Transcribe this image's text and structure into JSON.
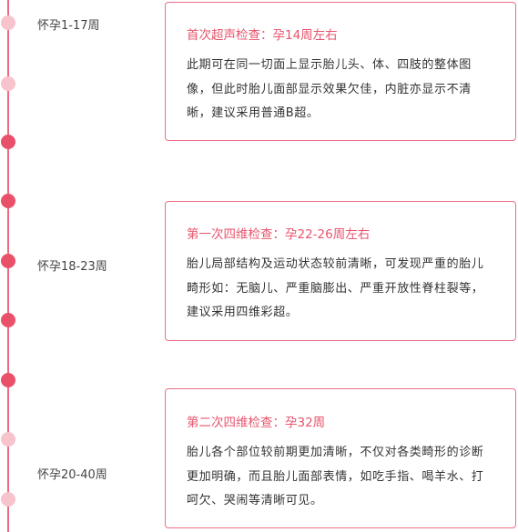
{
  "timeline": {
    "labels": [
      "怀孕1-17周",
      "怀孕18-23周",
      "怀孕20-40周"
    ],
    "dot_colors": {
      "light": "#f7c3cc",
      "dark": "#e9506a",
      "line": "#f06a7e"
    }
  },
  "cards": [
    {
      "title": "首次超声检查：孕14周左右",
      "body": "此期可在同一切面上显示胎儿头、体、四肢的整体图像，但此时胎儿面部显示效果欠佳，内脏亦显示不清晰，建议采用普通B超。"
    },
    {
      "title": "第一次四维检查：孕22-26周左右",
      "body": "胎儿局部结构及运动状态较前清晰，可发现严重的胎儿畸形如：无脑儿、严重脑膨出、严重开放性脊柱裂等，建议采用四维彩超。"
    },
    {
      "title": "第二次四维检查：孕32周",
      "body": "胎儿各个部位较前期更加清晰，不仅对各类畸形的诊断更加明确，而且胎儿面部表情，如吃手指、喝羊水、打呵欠、哭闹等清晰可见。"
    }
  ],
  "colors": {
    "accent": "#e7546c",
    "border": "#ec6f83"
  }
}
